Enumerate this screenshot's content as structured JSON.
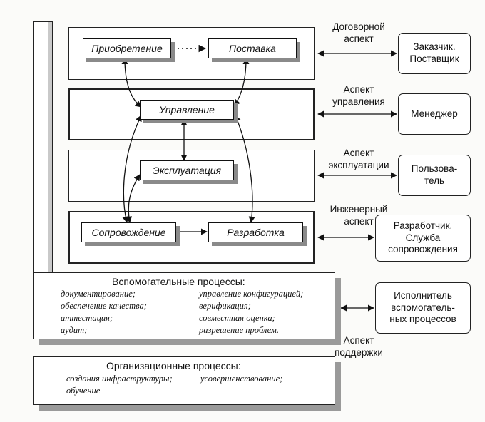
{
  "processes": {
    "acquisition": "Приобретение",
    "supply": "Поставка",
    "management": "Управление",
    "operation": "Эксплуатация",
    "maintenance": "Сопровождение",
    "development": "Разработка"
  },
  "aspects": {
    "contract": "Договорной\nаспект",
    "management": "Аспект\nуправления",
    "operation": "Аспект\nэксплуатации",
    "engineering": "Инженерный\nаспект",
    "support": "Аспект\nподдержки"
  },
  "actors": {
    "customer_supplier": "Заказчик.\nПоставщик",
    "manager": "Менеджер",
    "user": "Пользова-\nтель",
    "developer": "Разработчик.\nСлужба\nсопровождения",
    "support_executor": "Исполнитель\nвспомогатель-\nных процессов"
  },
  "supporting": {
    "title": "Вспомогательные процессы:",
    "left_items": [
      "документирование;",
      "обеспечение качества;",
      "аттестация;",
      "аудит;"
    ],
    "right_items": [
      "управление конфигурацией;",
      "верификация;",
      "совместная оценка;",
      "разрешение проблем."
    ]
  },
  "organizational": {
    "title": "Организационные процессы:",
    "line1_a": "создания инфраструктуры;",
    "line1_b": "усовершенствование;",
    "line2": "обучение"
  }
}
